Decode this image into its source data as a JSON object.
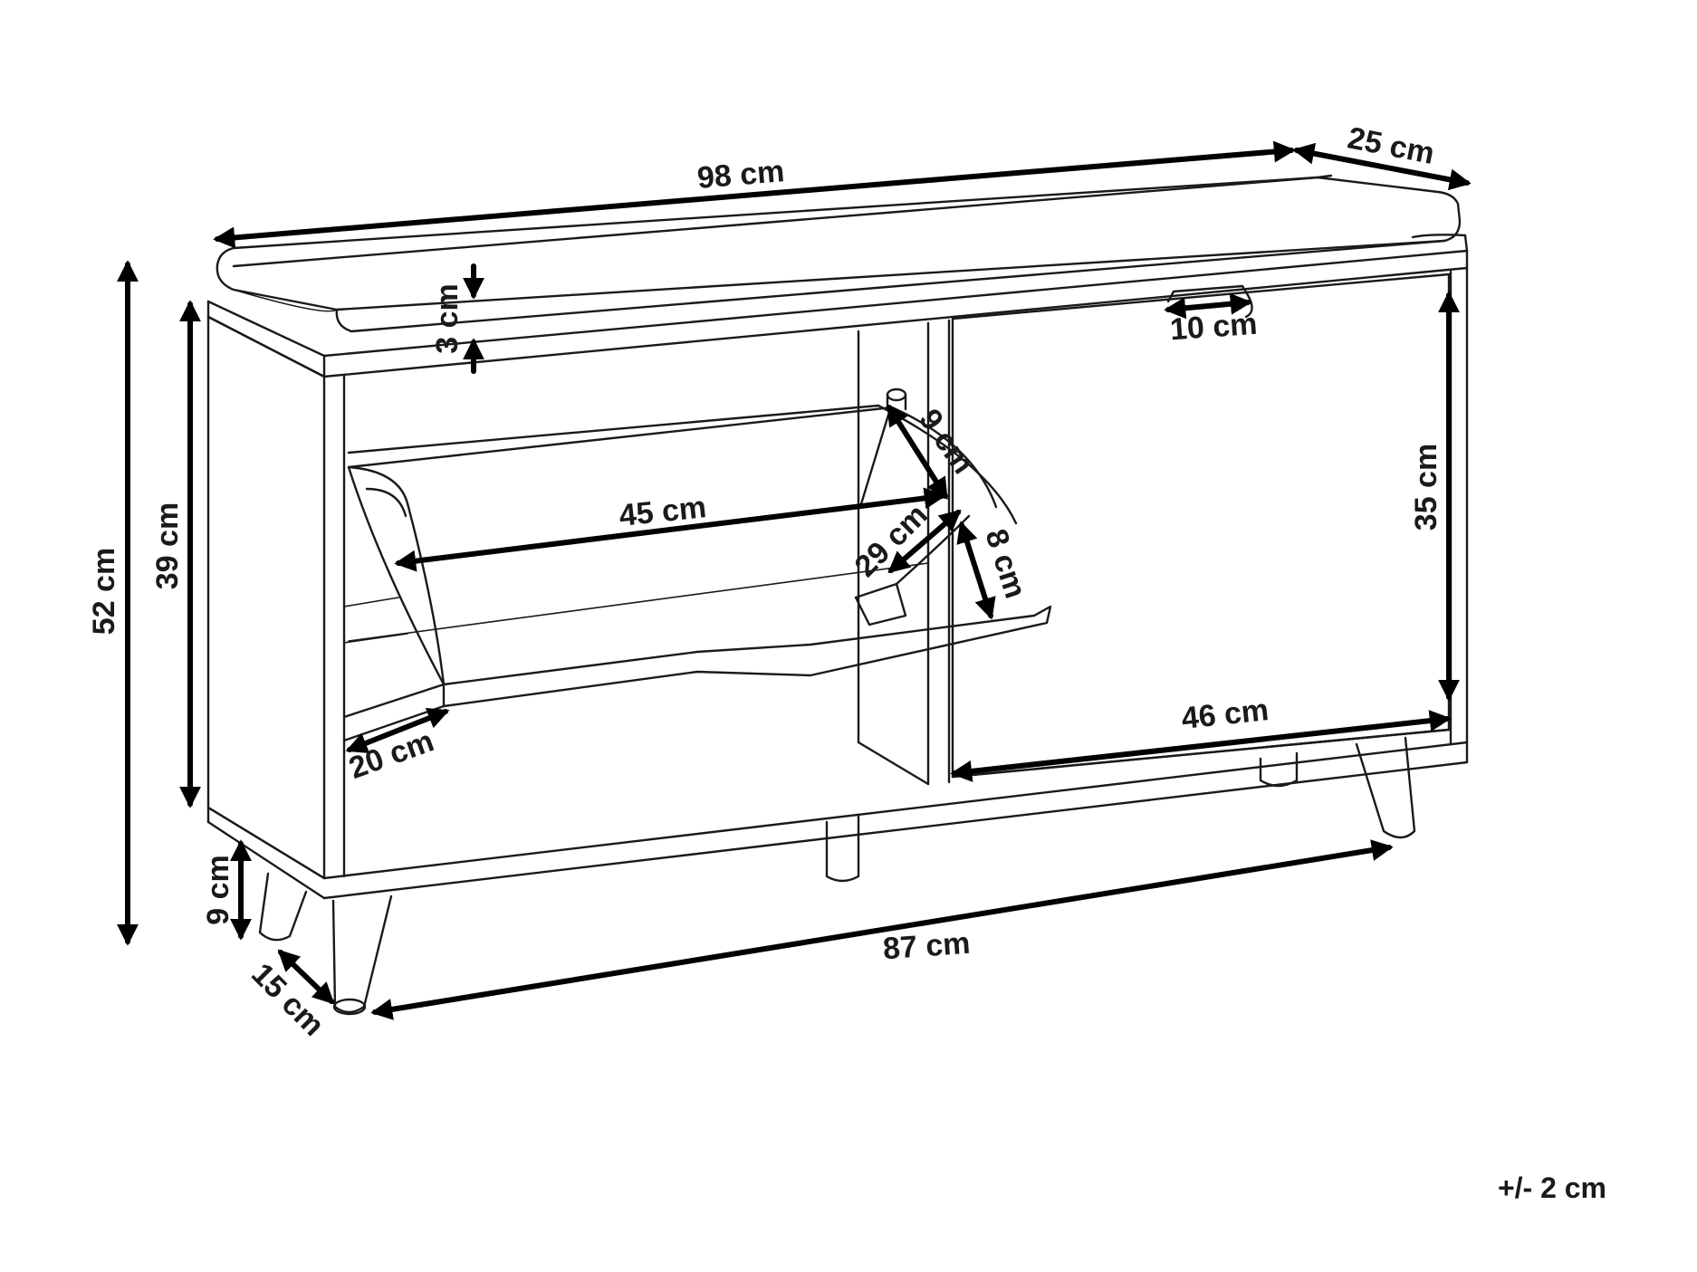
{
  "diagram": {
    "dimensions": {
      "total_width": "98 cm",
      "depth": "25 cm",
      "total_height": "52 cm",
      "body_height": "39 cm",
      "cushion_thickness": "3 cm",
      "handle_width": "10 cm",
      "door_height": "35 cm",
      "door_width": "46 cm",
      "flap_width": "45 cm",
      "hinge_length": "9 cm",
      "flap_depth": "29 cm",
      "flap_gap": "8 cm",
      "shelf_depth": "20 cm",
      "leg_height": "9 cm",
      "leg_inset": "15 cm",
      "leg_span": "87 cm"
    },
    "tolerance": "+/- 2 cm",
    "colors": {
      "line": "#1a1a1a",
      "background": "#ffffff"
    }
  }
}
